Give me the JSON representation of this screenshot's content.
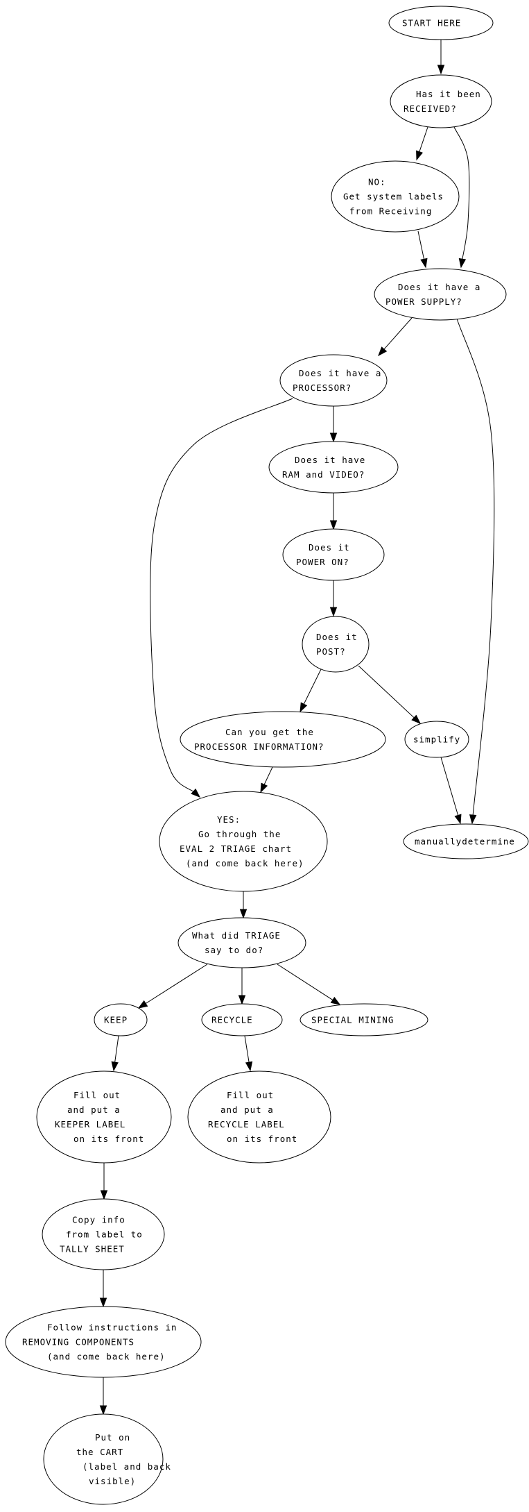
{
  "diagram": {
    "type": "flowchart",
    "nodes": [
      {
        "id": "start",
        "lines": [
          "START HERE"
        ]
      },
      {
        "id": "received",
        "lines": [
          "  Has it been",
          "RECEIVED?"
        ]
      },
      {
        "id": "no_labels",
        "lines": [
          "    NO:",
          "Get system labels",
          " from Receiving"
        ]
      },
      {
        "id": "power_supply",
        "lines": [
          "  Does it have a",
          "POWER SUPPLY?"
        ]
      },
      {
        "id": "processor",
        "lines": [
          " Does it have a",
          "PROCESSOR?"
        ]
      },
      {
        "id": "ram_video",
        "lines": [
          "  Does it have",
          "RAM and VIDEO?"
        ]
      },
      {
        "id": "power_on",
        "lines": [
          "  Does it",
          "POWER ON?"
        ]
      },
      {
        "id": "post",
        "lines": [
          "Does it",
          "POST?"
        ]
      },
      {
        "id": "processor_info",
        "lines": [
          "     Can you get the",
          "PROCESSOR INFORMATION?"
        ]
      },
      {
        "id": "simplify",
        "lines": [
          "simplify"
        ]
      },
      {
        "id": "manuallydetermine",
        "lines": [
          "manuallydetermine"
        ]
      },
      {
        "id": "yes_triage",
        "lines": [
          "      YES:",
          "   Go through the",
          "EVAL 2 TRIAGE chart",
          " (and come back here)"
        ]
      },
      {
        "id": "triage_result",
        "lines": [
          "What did TRIAGE",
          "  say to do?"
        ]
      },
      {
        "id": "keep",
        "lines": [
          "KEEP"
        ]
      },
      {
        "id": "recycle",
        "lines": [
          "RECYCLE"
        ]
      },
      {
        "id": "special_mining",
        "lines": [
          "SPECIAL MINING"
        ]
      },
      {
        "id": "keeper_label",
        "lines": [
          "   Fill out",
          "  and put a",
          "KEEPER LABEL",
          "   on its front"
        ]
      },
      {
        "id": "recycle_label",
        "lines": [
          "   Fill out",
          "  and put a",
          "RECYCLE LABEL",
          "   on its front"
        ]
      },
      {
        "id": "tally_sheet",
        "lines": [
          "  Copy info",
          " from label to",
          "TALLY SHEET"
        ]
      },
      {
        "id": "removing_components",
        "lines": [
          "    Follow instructions in",
          "REMOVING COMPONENTS",
          "    (and come back here)"
        ]
      },
      {
        "id": "cart",
        "lines": [
          "   Put on",
          "the CART",
          " (label and back",
          "  visible)"
        ]
      }
    ],
    "edges": [
      {
        "from": "start",
        "to": "received"
      },
      {
        "from": "received",
        "to": "no_labels"
      },
      {
        "from": "received",
        "to": "power_supply"
      },
      {
        "from": "no_labels",
        "to": "power_supply"
      },
      {
        "from": "power_supply",
        "to": "processor"
      },
      {
        "from": "power_supply",
        "to": "manuallydetermine"
      },
      {
        "from": "processor",
        "to": "ram_video"
      },
      {
        "from": "processor",
        "to": "yes_triage"
      },
      {
        "from": "ram_video",
        "to": "power_on"
      },
      {
        "from": "power_on",
        "to": "post"
      },
      {
        "from": "post",
        "to": "processor_info"
      },
      {
        "from": "post",
        "to": "simplify"
      },
      {
        "from": "processor_info",
        "to": "yes_triage"
      },
      {
        "from": "simplify",
        "to": "manuallydetermine"
      },
      {
        "from": "yes_triage",
        "to": "triage_result"
      },
      {
        "from": "triage_result",
        "to": "keep"
      },
      {
        "from": "triage_result",
        "to": "recycle"
      },
      {
        "from": "triage_result",
        "to": "special_mining"
      },
      {
        "from": "keep",
        "to": "keeper_label"
      },
      {
        "from": "recycle",
        "to": "recycle_label"
      },
      {
        "from": "keeper_label",
        "to": "tally_sheet"
      },
      {
        "from": "tally_sheet",
        "to": "removing_components"
      },
      {
        "from": "removing_components",
        "to": "cart"
      }
    ]
  }
}
